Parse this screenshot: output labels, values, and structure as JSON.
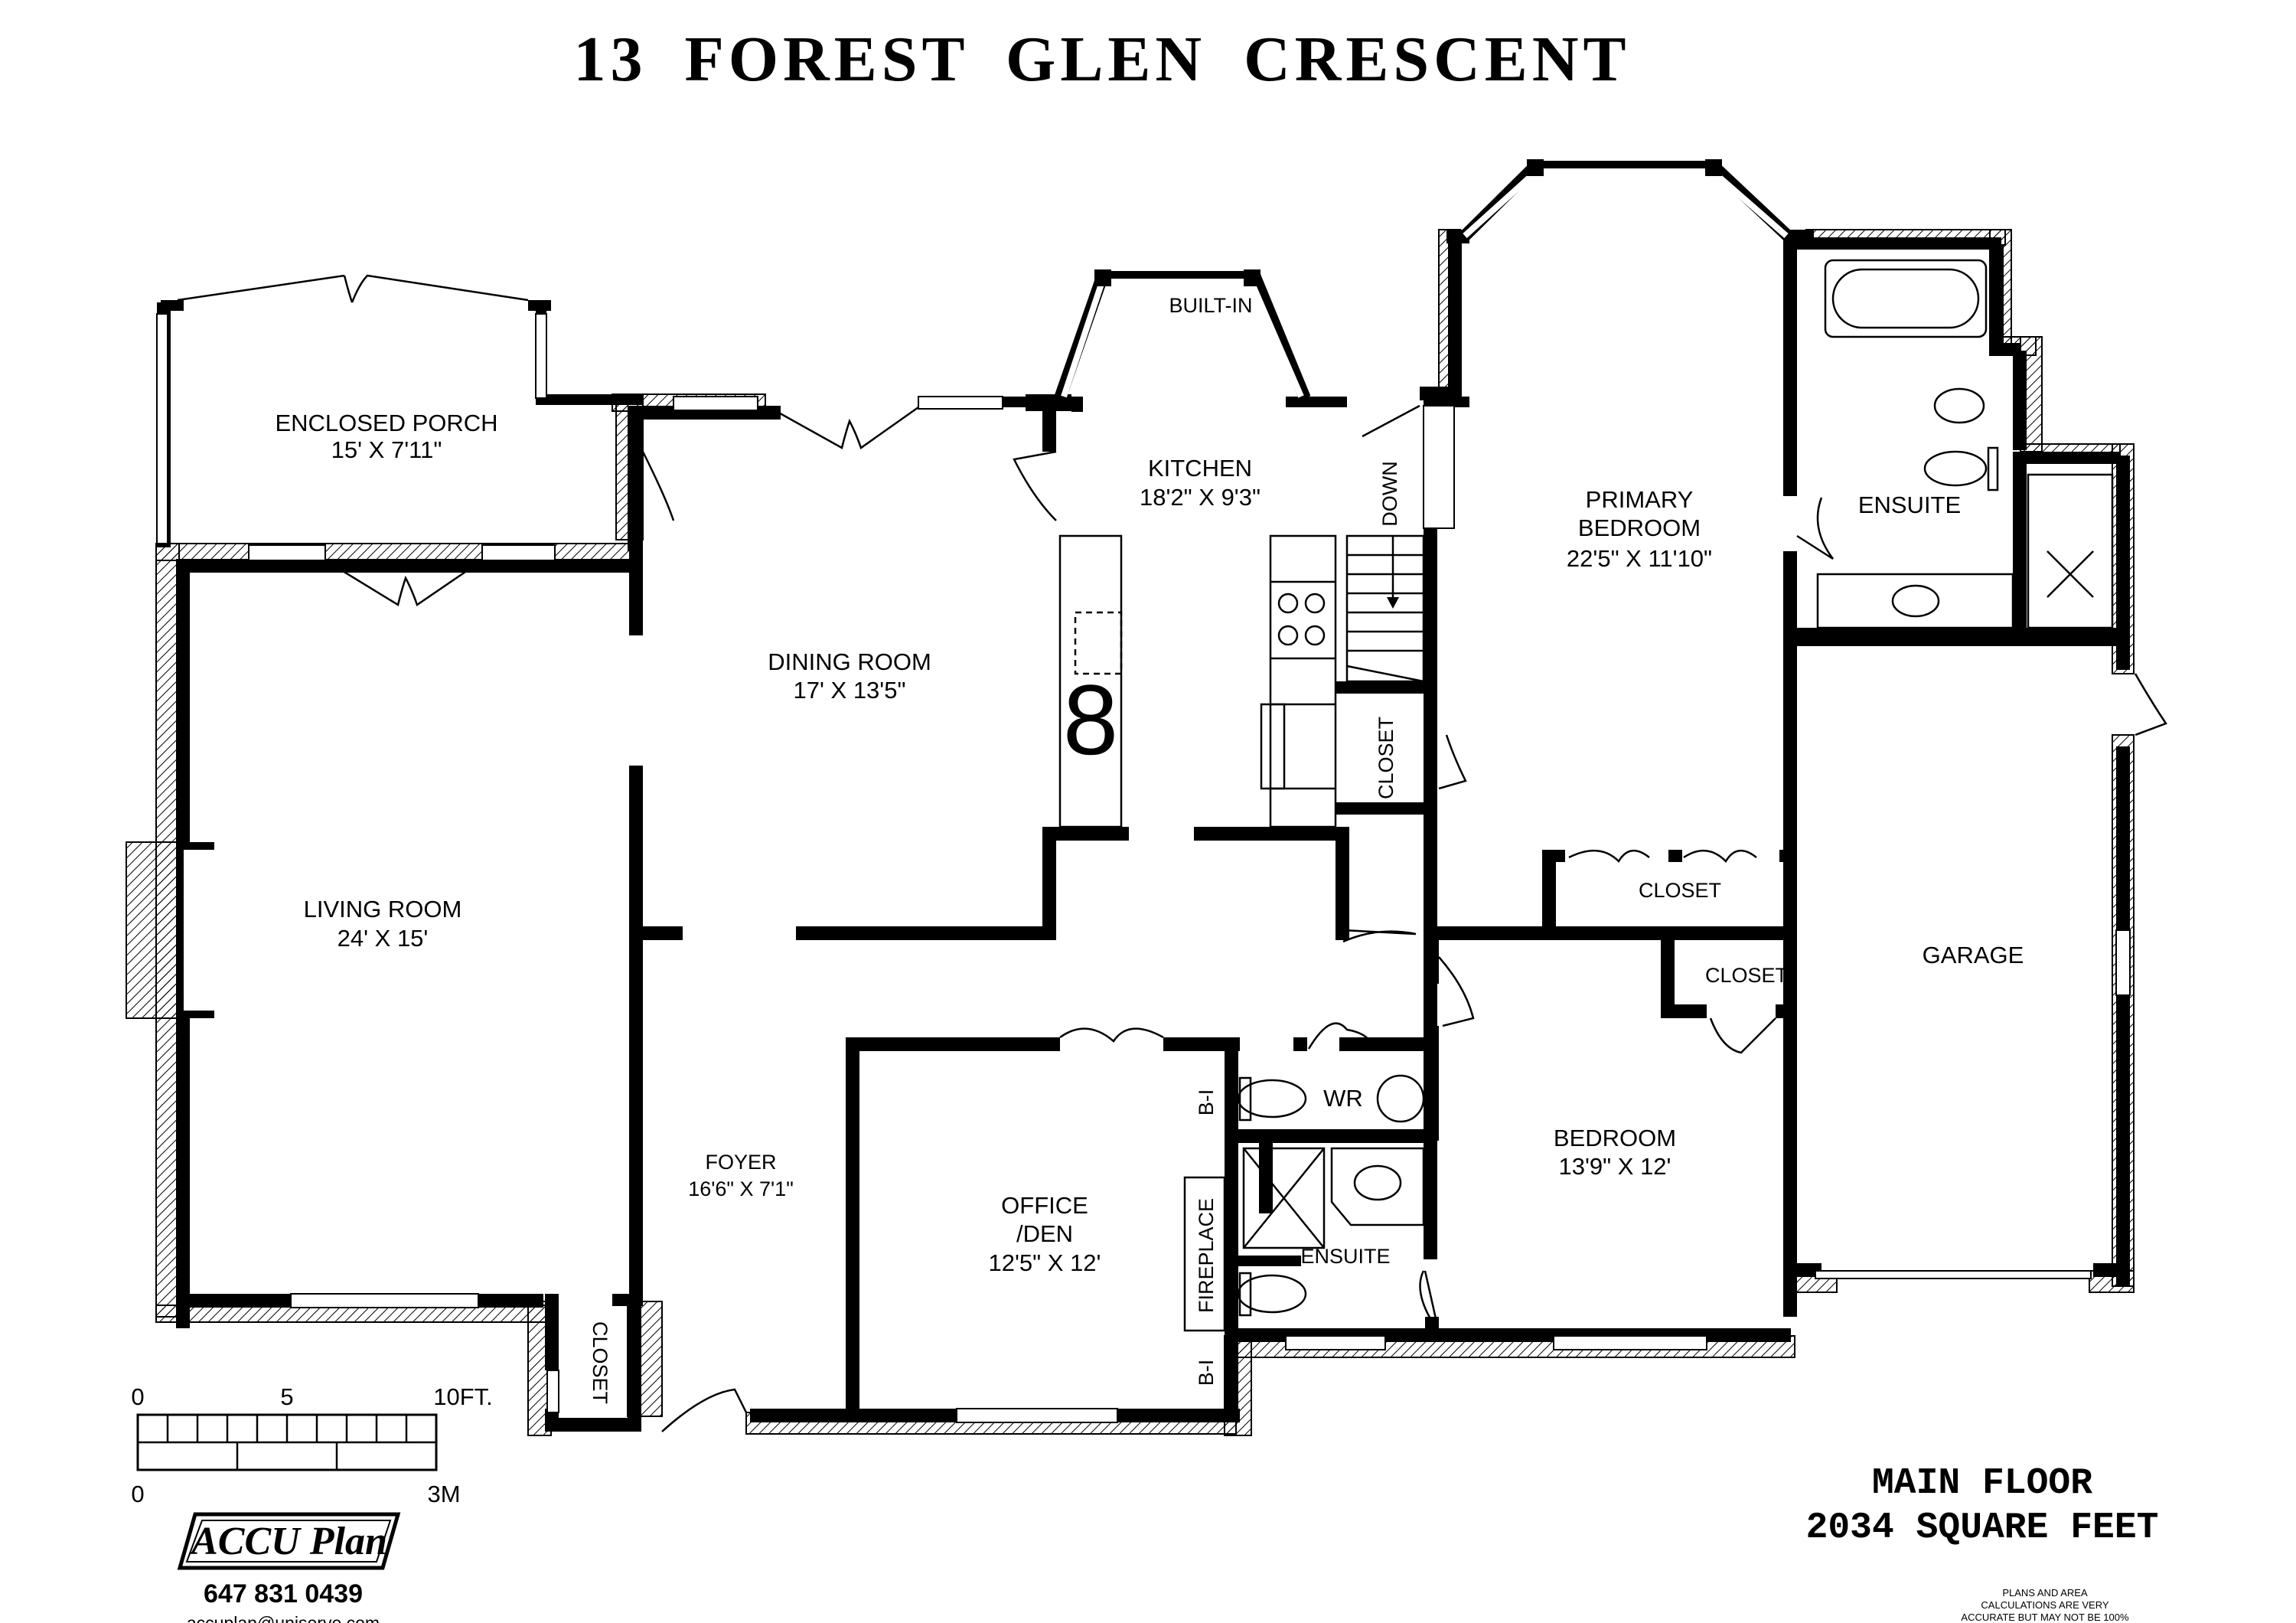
{
  "title": "13  FOREST  GLEN  CRESCENT",
  "rooms": {
    "enclosed_porch": {
      "name": "ENCLOSED PORCH",
      "dims": "15'  X  7'11\""
    },
    "dining_room": {
      "name": "DINING ROOM",
      "dims": "17'  X  13'5\""
    },
    "kitchen": {
      "name": "KITCHEN",
      "dims": "18'2\"  X  9'3\""
    },
    "primary_bedroom": {
      "name1": "PRIMARY",
      "name2": "BEDROOM",
      "dims": "22'5\"  X  11'10\""
    },
    "ensuite_primary": {
      "name": "ENSUITE"
    },
    "living_room": {
      "name": "LIVING ROOM",
      "dims": "24'  X  15'"
    },
    "foyer": {
      "name": "FOYER",
      "dims": "16'6\"  X  7'1\""
    },
    "office_den": {
      "name1": "OFFICE",
      "name2": "/DEN",
      "dims": "12'5\"  X  12'"
    },
    "wr": {
      "name": "WR"
    },
    "ensuite_bedroom": {
      "name": "ENSUITE"
    },
    "bedroom": {
      "name": "BEDROOM",
      "dims": "13'9\"  X  12'"
    },
    "garage": {
      "name": "GARAGE"
    },
    "closet_kitchen": {
      "name": "CLOSET"
    },
    "closet_primary": {
      "name": "CLOSET"
    },
    "closet_bedroom": {
      "name": "CLOSET"
    },
    "closet_foyer": {
      "name": "CLOSET"
    }
  },
  "labels": {
    "built_in": "BUILT-IN",
    "down": "DOWN",
    "fireplace": "FIREPLACE",
    "bi_top": "B-I",
    "bi_bottom": "B-I"
  },
  "scale": {
    "tick0": "0",
    "tick5": "5",
    "tick10": "10FT.",
    "m0": "0",
    "m3": "3M"
  },
  "floor": {
    "name": "MAIN FLOOR",
    "area": "2034 SQUARE FEET"
  },
  "brand": {
    "logo": "ACCU Plan",
    "phone": "647  831  0439",
    "email": "accuplan@uniserve.com"
  },
  "disclaimer": [
    "PLANS AND AREA",
    "CALCULATIONS ARE VERY",
    "ACCURATE BUT MAY NOT BE 100%"
  ]
}
